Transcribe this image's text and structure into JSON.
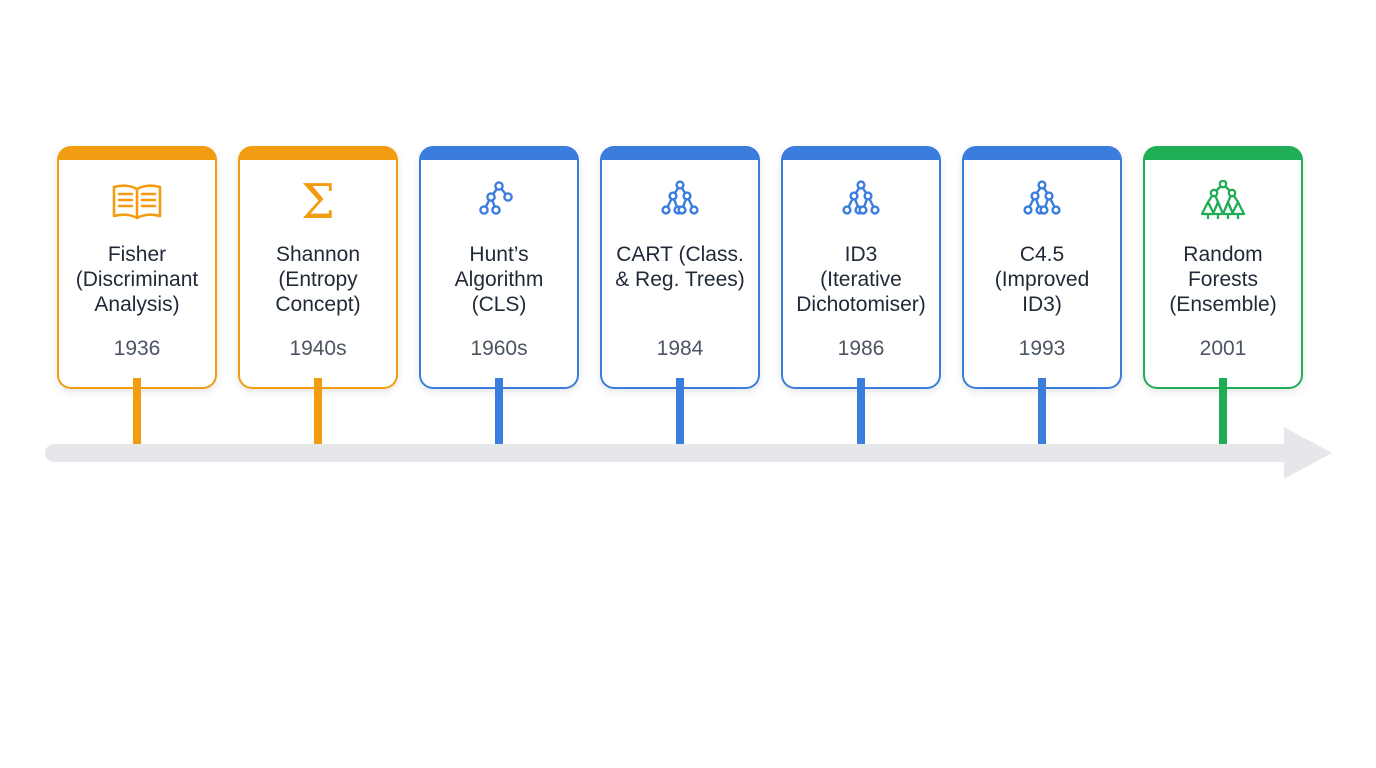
{
  "colors": {
    "orange": "#f29c11",
    "blue": "#3b7ddd",
    "green": "#1fad55",
    "axis": "#e5e7eb"
  },
  "events": [
    {
      "label": "Fisher\n(Discriminant\nAnalysis)",
      "year": "1936",
      "icon": "open-book-icon",
      "color": "#f29c11"
    },
    {
      "label": "Shannon\n(Entropy\nConcept)",
      "year": "1940s",
      "icon": "sigma-icon",
      "color": "#f29c11"
    },
    {
      "label": "Hunt’s\nAlgorithm\n(CLS)",
      "year": "1960s",
      "icon": "small-tree-icon",
      "color": "#3b7ddd"
    },
    {
      "label": "CART (Class.\n& Reg. Trees)",
      "year": "1984",
      "icon": "decision-tree-icon",
      "color": "#3b7ddd"
    },
    {
      "label": "ID3\n(Iterative\nDichotomiser)",
      "year": "1986",
      "icon": "decision-tree-icon",
      "color": "#3b7ddd"
    },
    {
      "label": "C4.5\n(Improved\nID3)",
      "year": "1993",
      "icon": "decision-tree-icon",
      "color": "#3b7ddd"
    },
    {
      "label": "Random\nForests\n(Ensemble)",
      "year": "2001",
      "icon": "forest-icon",
      "color": "#1fad55"
    }
  ]
}
